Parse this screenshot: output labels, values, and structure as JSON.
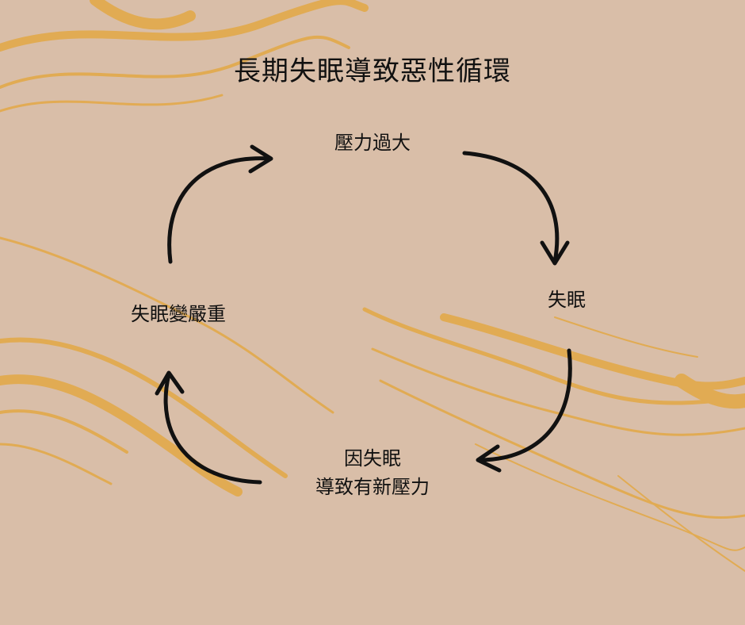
{
  "title": "長期失眠導致惡性循環",
  "nodes": [
    {
      "lines": [
        "壓力過大"
      ]
    },
    {
      "lines": [
        "失眠"
      ]
    },
    {
      "lines": [
        "因失眠",
        "導致有新壓力"
      ]
    },
    {
      "lines": [
        "失眠變嚴重"
      ]
    }
  ],
  "colors": {
    "background": "#d9bea8",
    "gold": "#e0a94a",
    "arrow": "#111111"
  }
}
